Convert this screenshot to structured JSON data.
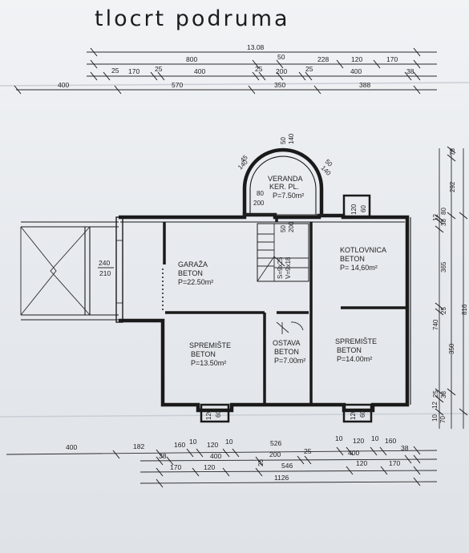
{
  "title": "tlocrt podruma",
  "dims_top": {
    "row0": [
      "13.08"
    ],
    "row1": [
      "800",
      "50",
      "228",
      "120",
      "170"
    ],
    "row2": [
      "25",
      "170",
      "25",
      "400",
      "25",
      "200",
      "25",
      "400",
      "38"
    ],
    "row3": [
      "400",
      "570",
      "350",
      "388"
    ]
  },
  "dims_bottom": {
    "row1": [
      "400",
      "182",
      "160",
      "10",
      "120",
      "10",
      "526",
      "10",
      "120",
      "10",
      "160"
    ],
    "row2": [
      "38",
      "400",
      "200",
      "25",
      "400",
      "38"
    ],
    "row3": [
      "170",
      "120",
      "25",
      "546",
      "120",
      "170"
    ],
    "row4": [
      "1126"
    ]
  },
  "dims_right": [
    "75",
    "292",
    "80",
    "12",
    "38",
    "365",
    "740",
    "25",
    "816",
    "350",
    "25",
    "38",
    "12",
    "10",
    "70"
  ],
  "rooms": {
    "veranda": {
      "name": "VERANDA",
      "finish": "KER. PL.",
      "area": "P=7.50m²"
    },
    "garaza": {
      "name": "GARAŽA",
      "finish": "BETON",
      "area": "P=22.50m²"
    },
    "kotlovnica": {
      "name": "KOTLOVNICA",
      "finish": "BETON",
      "area": "P= 14,60m²"
    },
    "spremiste1": {
      "name": "SPREMIŠTE",
      "finish": "BETON",
      "area": "P=13.50m²"
    },
    "ostava": {
      "name": "OSTAVA",
      "finish": "BETON",
      "area": "P=7.00m²"
    },
    "spremiste2": {
      "name": "SPREMIŠTE",
      "finish": "BETON",
      "area": "P=14.00m²"
    }
  },
  "window_labels": {
    "veranda_left": [
      "45",
      "140"
    ],
    "veranda_top": [
      "50",
      "140"
    ],
    "veranda_right": [
      "50",
      "140"
    ],
    "veranda_door": [
      "80",
      "200"
    ],
    "stair_door": [
      "50",
      "200"
    ],
    "kotlovnica_top": [
      "120",
      "60"
    ],
    "spremiste1_bottom": [
      "120",
      "60"
    ],
    "spremiste2_bottom": [
      "120",
      "60"
    ],
    "garage_door": [
      "240",
      "210"
    ],
    "stairs": [
      "S=9x25",
      "V=9x18"
    ]
  }
}
